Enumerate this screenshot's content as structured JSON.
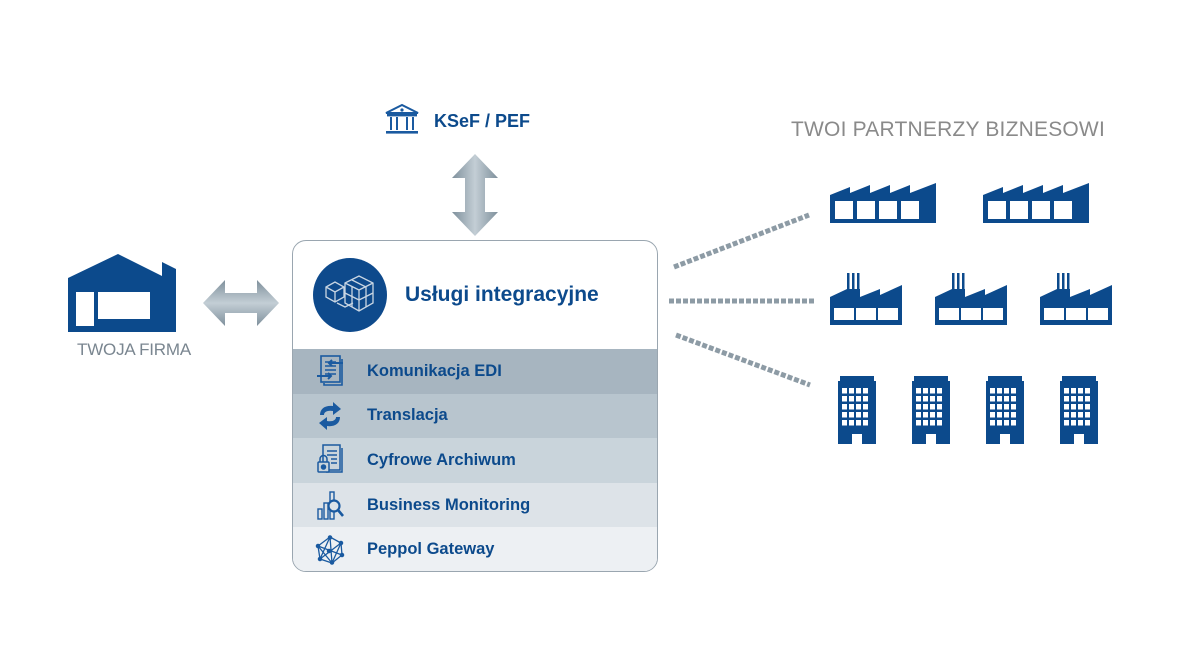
{
  "ksef": {
    "label": "KSeF / PEF",
    "icon": "bank-building-icon"
  },
  "company": {
    "label": "TWOJA FIRMA",
    "icon": "warehouse-icon"
  },
  "partners": {
    "title": "TWOI PARTNERZY BIZNESOWI",
    "groups": [
      {
        "type": "factory-sawtooth",
        "count": 2
      },
      {
        "type": "factory-chimney",
        "count": 3
      },
      {
        "type": "office-building",
        "count": 4
      }
    ]
  },
  "services": {
    "title": "Usługi integracyjne",
    "icon": "cubes-icon",
    "items": [
      {
        "label": "Komunikacja EDI",
        "icon": "document-exchange-icon"
      },
      {
        "label": "Translacja",
        "icon": "sync-arrows-icon"
      },
      {
        "label": "Cyfrowe Archiwum",
        "icon": "locked-documents-icon"
      },
      {
        "label": "Business Monitoring",
        "icon": "chart-search-icon"
      },
      {
        "label": "Peppol Gateway",
        "icon": "network-globe-icon"
      }
    ]
  },
  "colors": {
    "brand_blue": "#0c4a8c",
    "label_gray": "#7a8690",
    "row_bands": [
      "#a7b5c0",
      "#b8c5ce",
      "#c9d4db",
      "#dde3e8",
      "#edf0f3"
    ]
  }
}
